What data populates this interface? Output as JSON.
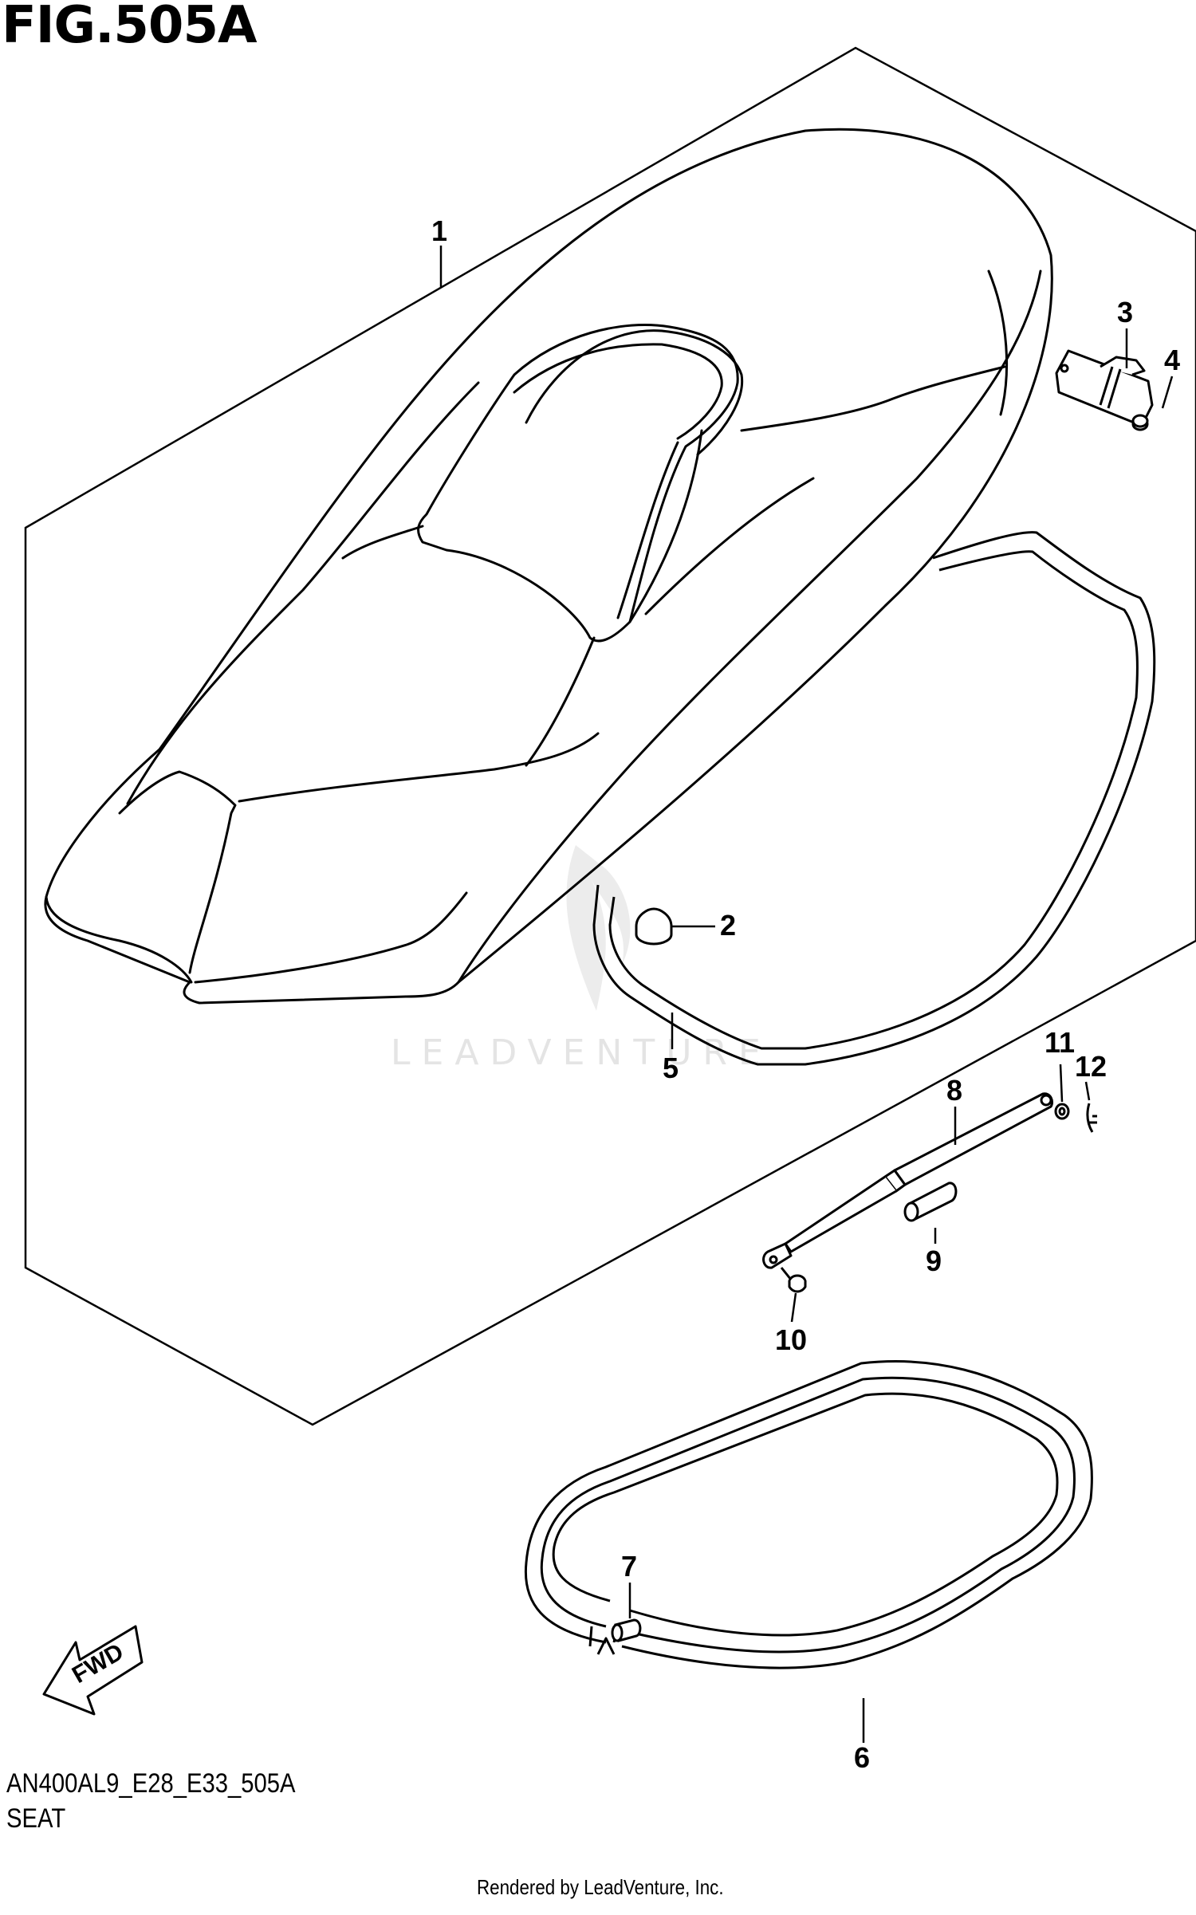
{
  "figure": {
    "title": "FIG.505A",
    "code": "AN400AL9_E28_E33_505A",
    "name": "SEAT",
    "credit": "Rendered by LeadVenture, Inc.",
    "watermark": "LEADVENTURE"
  },
  "fwd_label": "FWD",
  "callouts": [
    {
      "id": "1",
      "label": "1"
    },
    {
      "id": "2",
      "label": "2"
    },
    {
      "id": "3",
      "label": "3"
    },
    {
      "id": "4",
      "label": "4"
    },
    {
      "id": "5",
      "label": "5"
    },
    {
      "id": "6",
      "label": "6"
    },
    {
      "id": "7",
      "label": "7"
    },
    {
      "id": "8",
      "label": "8"
    },
    {
      "id": "9",
      "label": "9"
    },
    {
      "id": "10",
      "label": "10"
    },
    {
      "id": "11",
      "label": "11"
    },
    {
      "id": "12",
      "label": "12"
    }
  ],
  "colors": {
    "line": "#000000",
    "background": "#ffffff",
    "watermark": "#e4e4e4"
  }
}
